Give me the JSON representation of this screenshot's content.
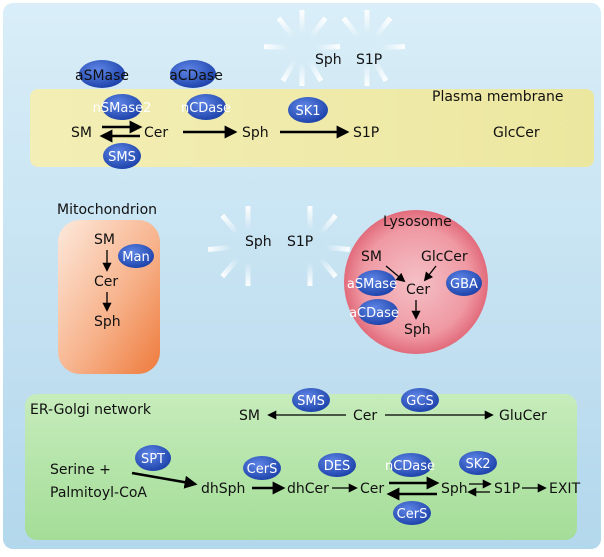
{
  "regions": {
    "plasma_membrane": "Plasma membrane",
    "mitochondrion": "Mitochondrion",
    "lysosome": "Lysosome",
    "er_golgi": "ER-Golgi network"
  },
  "extracellular": {
    "top": [
      "Sph",
      "S1P"
    ],
    "middle": [
      "Sph",
      "S1P"
    ]
  },
  "plasma_membrane": {
    "above": [
      "aSMase",
      "aCDase"
    ],
    "metabolites": [
      "SM",
      "Cer",
      "Sph",
      "S1P",
      "GlcCer"
    ],
    "enzymes": [
      "nSMase2",
      "nCDase",
      "SK1",
      "SMS"
    ]
  },
  "mitochondrion": {
    "metabolites": [
      "SM",
      "Cer",
      "Sph"
    ],
    "enzymes": [
      "Man"
    ]
  },
  "lysosome": {
    "metabolites": [
      "SM",
      "GlcCer",
      "Cer",
      "Sph"
    ],
    "enzymes": [
      "aSMase",
      "GBA",
      "aCDase"
    ]
  },
  "er_golgi": {
    "metabolites": [
      "SM",
      "Cer",
      "GluCer",
      "Serine +",
      "Palmitoyl-CoA",
      "dhSph",
      "dhCer",
      "Cer",
      "Sph",
      "S1P",
      "EXIT"
    ],
    "enzymes": [
      "SMS",
      "GCS",
      "SPT",
      "CerS",
      "DES",
      "nCDase",
      "SK2",
      "CerS"
    ]
  },
  "colors": {
    "background": "#bfe0f1",
    "plasma_membrane": "#f1ecb0",
    "mitochondrion": "#f49a6a",
    "lysosome": "#ee8a96",
    "er_golgi": "#b8e6ae",
    "enzyme": "#2f5bc9"
  }
}
